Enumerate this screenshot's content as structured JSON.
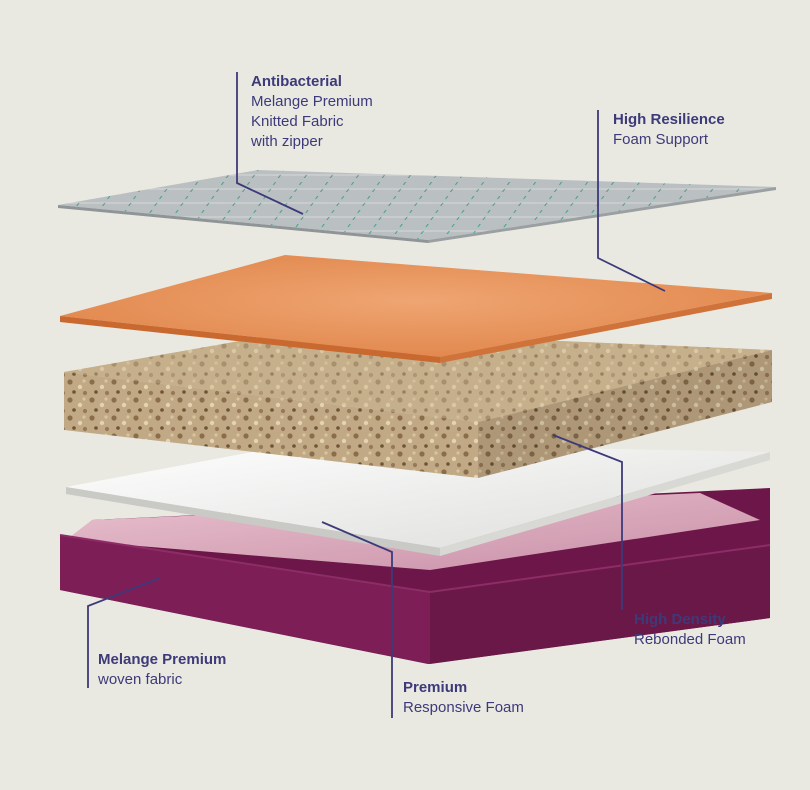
{
  "colors": {
    "background": "#e9e9e2",
    "text": "#3d3a7a",
    "callout_line": "#3d3a7a",
    "fabric_top": "#b8bcbe",
    "hr_foam": "#e8925a",
    "rebonded_foam": "#b09775",
    "responsive_foam": "#f0f0ee",
    "base_fabric": "#7a1d55"
  },
  "labels": {
    "antibacterial": {
      "title": "Antibacterial",
      "lines": [
        "Melange Premium",
        "Knitted Fabric",
        "with zipper"
      ]
    },
    "high_resilience": {
      "title": "High Resilience",
      "lines": [
        "Foam Support"
      ]
    },
    "high_density": {
      "title": "High Density",
      "lines": [
        "Rebonded Foam"
      ]
    },
    "melange_woven": {
      "title": "Melange Premium",
      "lines": [
        "woven fabric"
      ]
    },
    "premium_responsive": {
      "title": "Premium",
      "lines": [
        "Responsive Foam"
      ]
    }
  }
}
